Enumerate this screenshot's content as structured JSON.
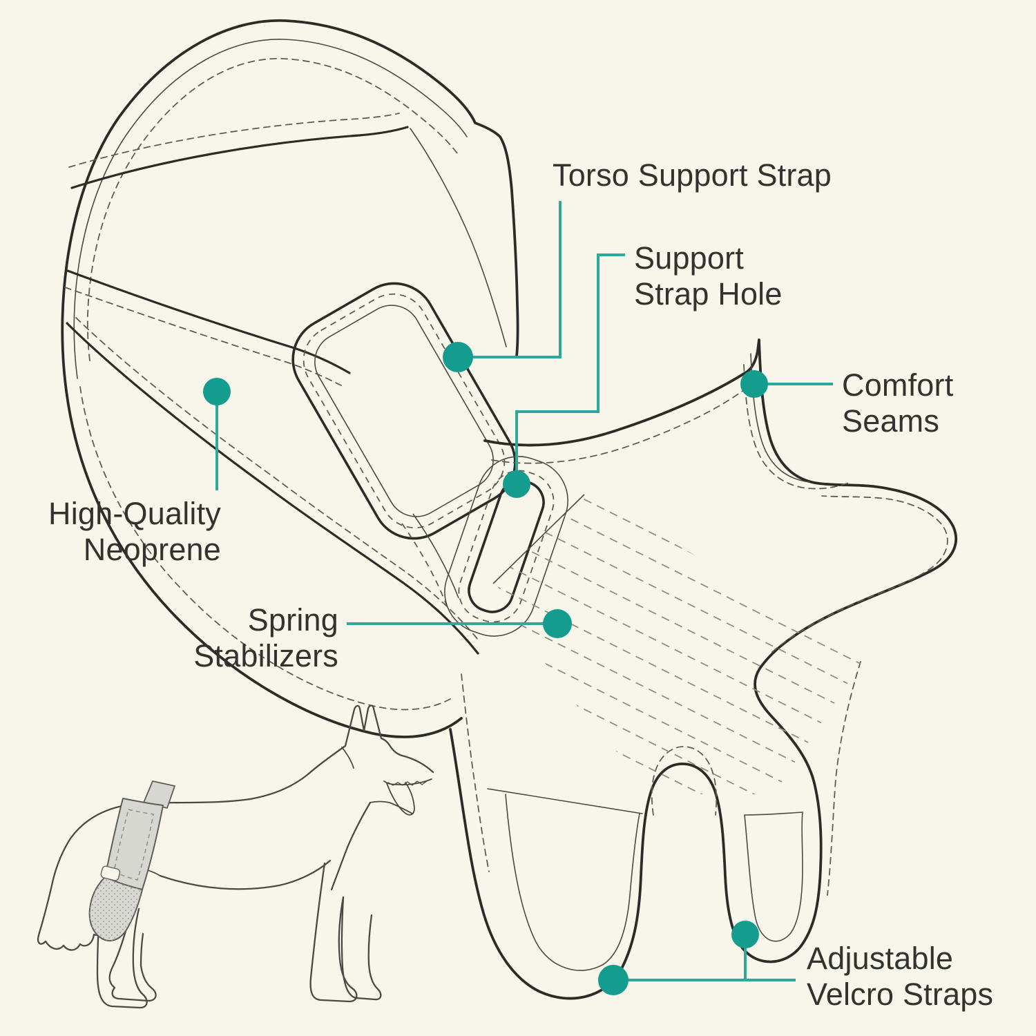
{
  "title": "Dog knee brace annotated product diagram",
  "colors": {
    "background": "#f8f6ea",
    "ink": "#2b2b27",
    "seam_dash": "#5d5c52",
    "hatch_gray": "#8d8d83",
    "accent_dot": "#149c8e",
    "leader_line": "#2fa89c",
    "label_text": "#32322e",
    "dog_brace_fill": "#d7d7d2"
  },
  "labels": {
    "torso": {
      "lines": [
        "Torso Support Strap"
      ]
    },
    "strap_hole": {
      "lines": [
        "Support",
        "Strap Hole"
      ]
    },
    "comfort_seams": {
      "lines": [
        "Comfort",
        "Seams"
      ]
    },
    "neoprene": {
      "lines": [
        "High-Quality",
        "Neoprene"
      ]
    },
    "spring": {
      "lines": [
        "Spring",
        "Stabilizers"
      ]
    },
    "velcro": {
      "lines": [
        "Adjustable",
        "Velcro Straps"
      ]
    }
  },
  "illustrations": {
    "main": "flat-lay dog knee brace line drawing",
    "inset": "side view of dog wearing knee brace on hind leg"
  }
}
